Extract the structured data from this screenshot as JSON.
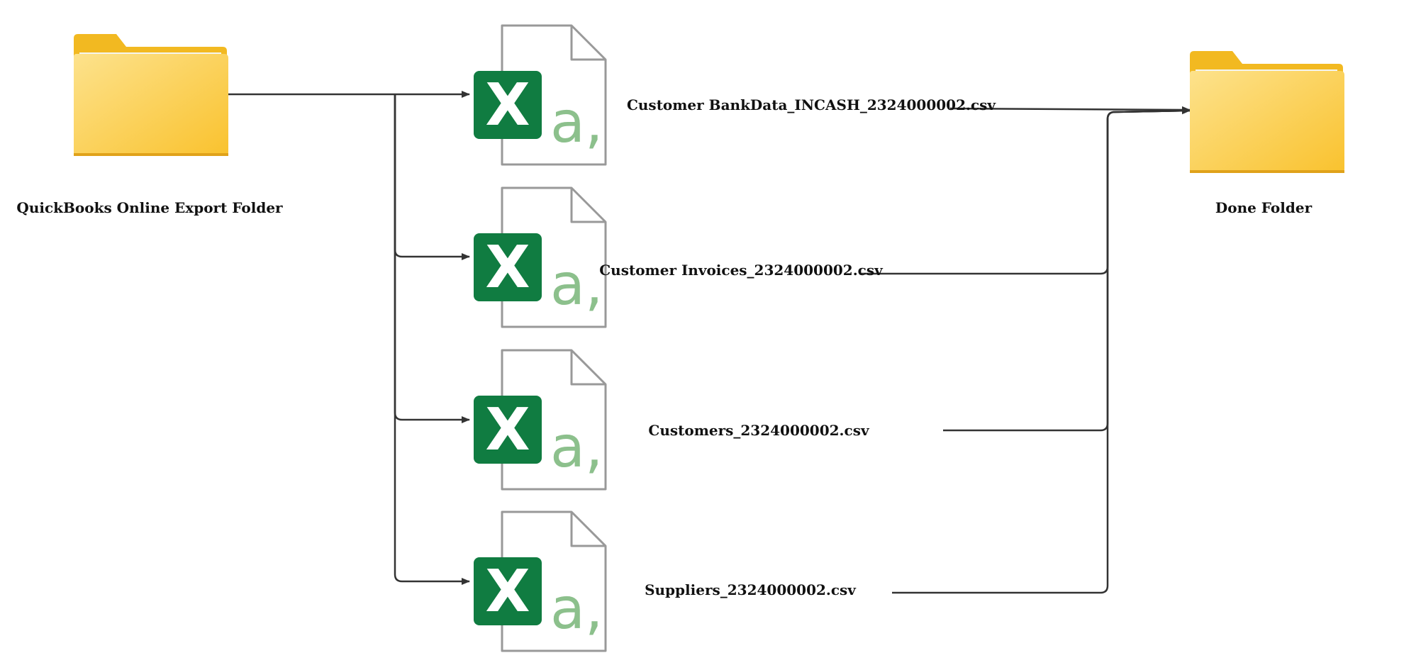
{
  "diagram": {
    "source_folder": {
      "label": "QuickBooks Online Export Folder",
      "icon": "folder-icon"
    },
    "done_folder": {
      "label": "Done Folder",
      "icon": "folder-icon"
    },
    "files": [
      {
        "label": "Customer BankData_INCASH_2324000002.csv",
        "icon": "excel-csv-file-icon"
      },
      {
        "label": "Customer Invoices_2324000002.csv",
        "icon": "excel-csv-file-icon"
      },
      {
        "label": "Customers_2324000002.csv",
        "icon": "excel-csv-file-icon"
      },
      {
        "label": "Suppliers_2324000002.csv",
        "icon": "excel-csv-file-icon"
      }
    ],
    "icon_text": {
      "excel_letter": "X",
      "csv_glyph": "a,"
    },
    "colors": {
      "folder_back": "#F2B921",
      "folder_front_light": "#FDE28C",
      "folder_front_dark": "#F9C22E",
      "excel_green": "#107C41",
      "csv_green": "#8CC08C",
      "doc_outline": "#999999",
      "connector": "#333333"
    }
  }
}
